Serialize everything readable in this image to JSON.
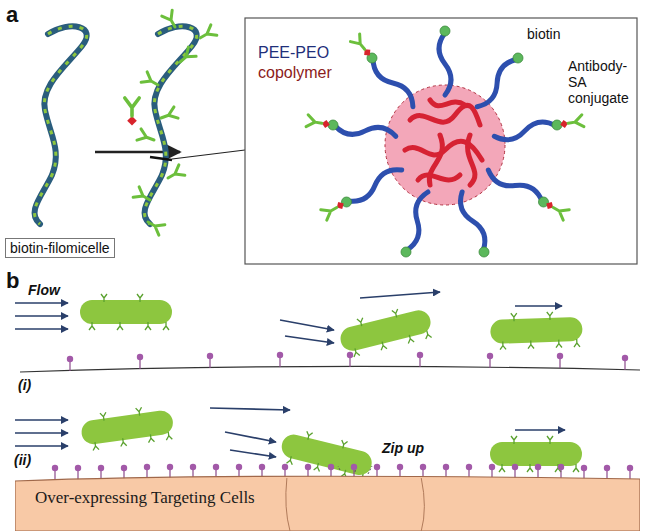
{
  "diagram": {
    "nodes": [
      {
        "text": [
          "Over-expressing Targeting Cells"
        ]
      }
    ],
    "labels": [
      "a",
      "biotin-filomicelle",
      "PEE-PEO",
      "copolymer",
      "biotin",
      "Antibody-SA conjugate",
      "b",
      "Flow",
      "(i)",
      "Zip up",
      "(ii)"
    ]
  }
}
